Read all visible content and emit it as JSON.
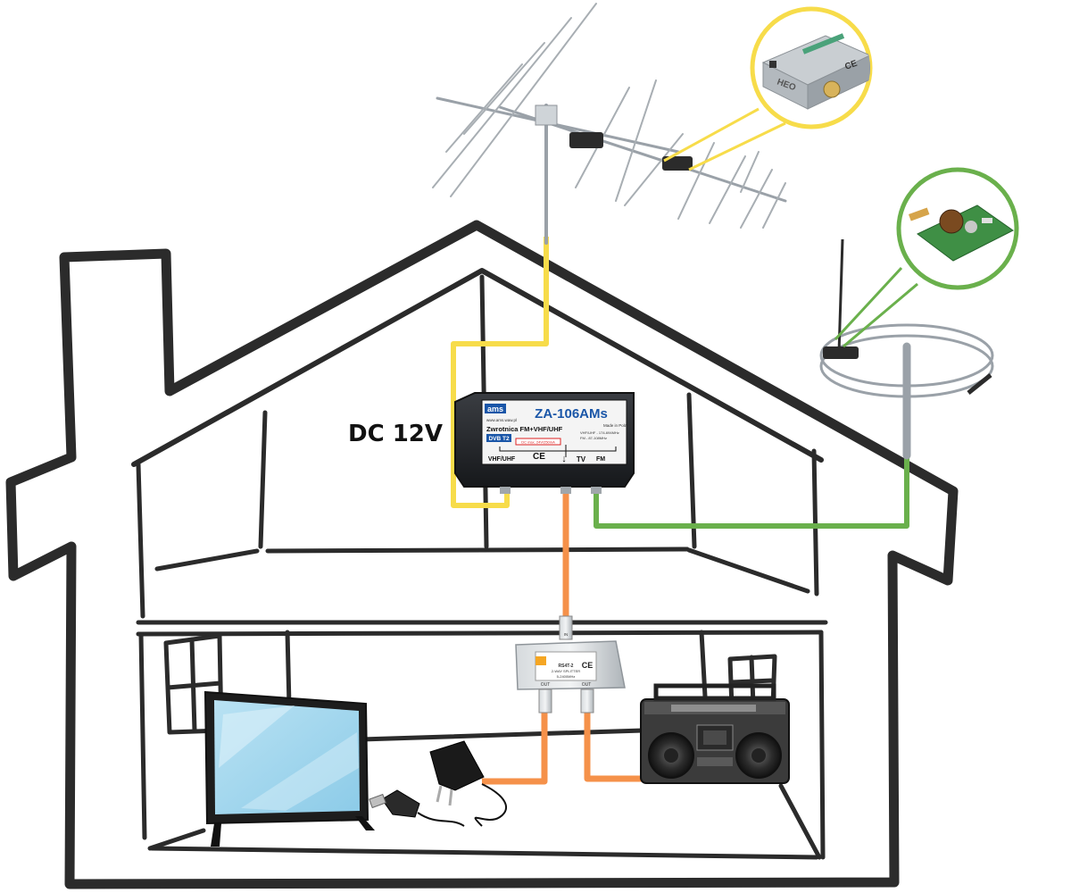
{
  "labels": {
    "power": "DC 12V"
  },
  "combiner": {
    "brand": "ams",
    "model": "ZA-106AMs",
    "website": "www.ams.waw.pl",
    "made_in": "Made in Poland",
    "subtitle": "Zwrotnica FM+VHF/UHF",
    "dvb_badge": "DVB T2",
    "spec_1": "VHF/UHF  -  174-694MHz",
    "spec_2": "FM  -  87-108MHz",
    "dc_note": "DC max. 24V/250mA",
    "port_vhf_uhf": "VHF/UHF",
    "ce_mark": "CE",
    "port_tv": "TV",
    "port_fm": "FM"
  },
  "splitter": {
    "in_label": "IN",
    "model": "RS4T-2",
    "desc_1": "2-WAY SPLITTER",
    "desc_2": "5-2400MHz",
    "ce_mark": "CE",
    "out_left": "OUT",
    "out_right": "OUT"
  },
  "masthead_amp": {
    "brand": "HEO",
    "ce_mark": "CE"
  },
  "colors": {
    "uhf_cable": "#f7dc4a",
    "fm_cable": "#6ab04c",
    "tv_cable": "#f5914a",
    "house_outline": "#2b2b2b",
    "zoom_yellow": "#f7dc4a",
    "zoom_green": "#6ab04c"
  },
  "icons": {
    "tv": "flat-tv-icon",
    "radio": "boombox-icon",
    "psu": "power-adapter-icon",
    "plug": "coax-plug-icon",
    "uhf_antenna": "yagi-antenna-icon",
    "fm_antenna": "fm-loop-antenna-icon"
  }
}
